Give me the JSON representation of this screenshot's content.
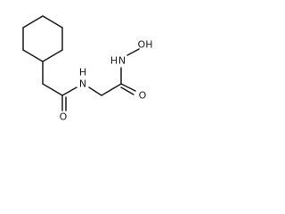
{
  "molecule": {
    "atoms": {
      "n_amide": "N",
      "h_amide": "H",
      "o_carbonyl_left": "O",
      "n_hydroxamic": "N",
      "h_hydroxamic": "H",
      "oh_hydroxamic": "OH",
      "o_carbonyl_right": "O"
    }
  }
}
